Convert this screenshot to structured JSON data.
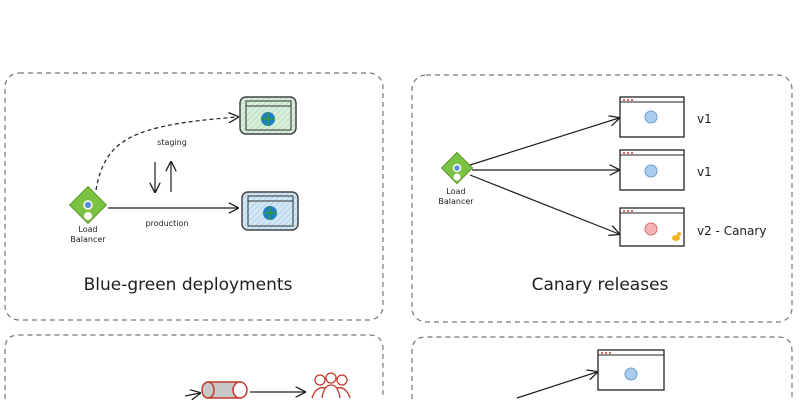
{
  "colors": {
    "stroke": "#1e1e1e",
    "panel_border": "#777777",
    "lb_green": "#7cc242",
    "staging_fill": "#cfe8d0",
    "production_fill": "#c7dff0",
    "circle_blue": "#a9cdeb",
    "circle_red": "#f3b5b5",
    "canary_yellow": "#f2b321",
    "red_shape": "#c0392b"
  },
  "blue_green": {
    "title": "Blue-green deployments",
    "load_balancer": {
      "line1": "Load",
      "line2": "Balancer"
    },
    "staging_label": "staging",
    "production_label": "production"
  },
  "canary": {
    "title": "Canary releases",
    "load_balancer": {
      "line1": "Load",
      "line2": "Balancer"
    },
    "targets": [
      {
        "label": "v1",
        "icon": "circle-blue"
      },
      {
        "label": "v1",
        "icon": "circle-blue"
      },
      {
        "label": "v2 - Canary",
        "icon": "circle-red"
      }
    ]
  }
}
